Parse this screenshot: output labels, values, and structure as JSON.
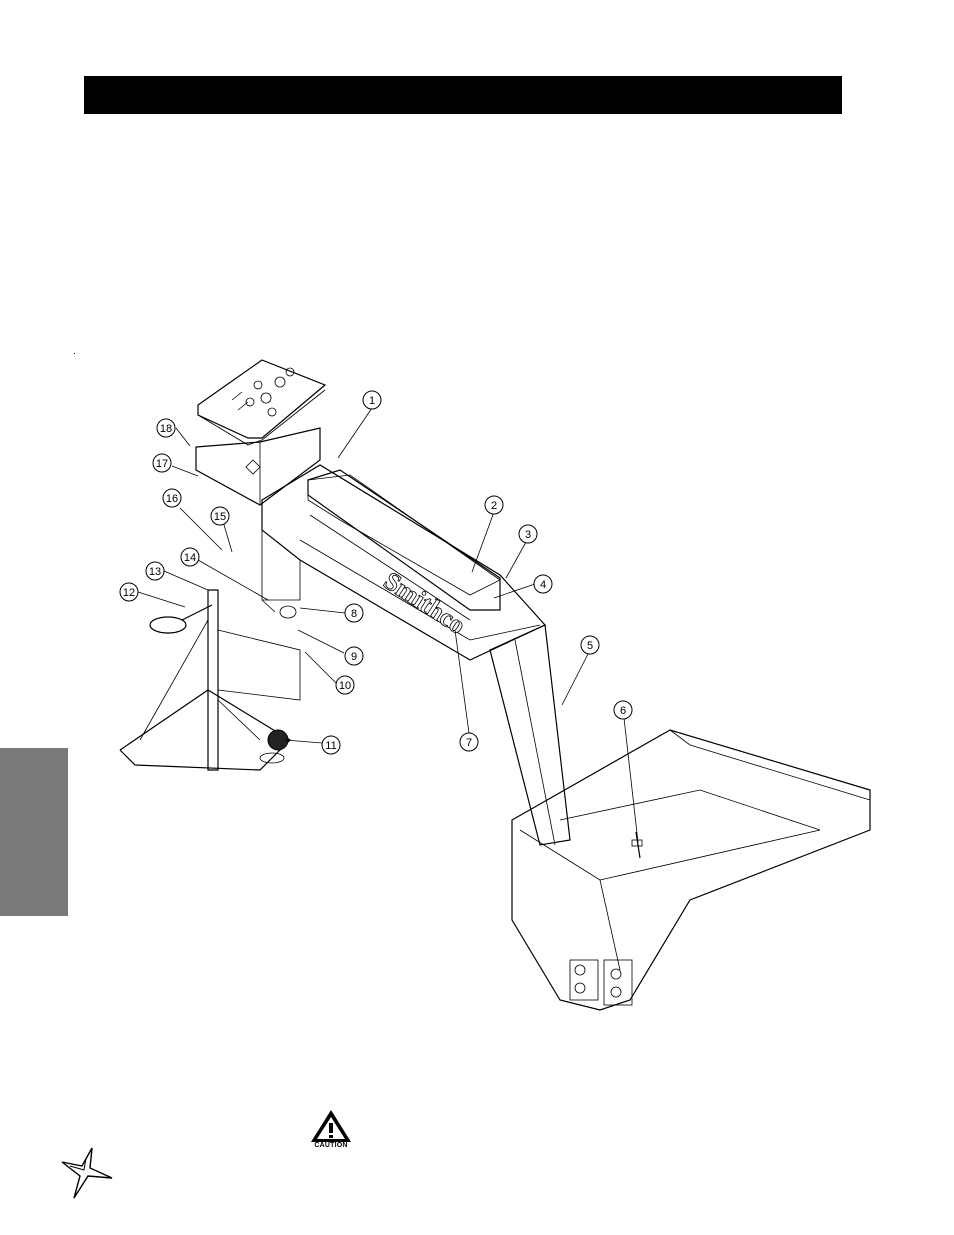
{
  "page": {
    "header_bar_color": "#000000",
    "side_tab_color": "#7a7a7a"
  },
  "callouts": [
    {
      "num": "1"
    },
    {
      "num": "2"
    },
    {
      "num": "3"
    },
    {
      "num": "4"
    },
    {
      "num": "5"
    },
    {
      "num": "6"
    },
    {
      "num": "7"
    },
    {
      "num": "8"
    },
    {
      "num": "9"
    },
    {
      "num": "10"
    },
    {
      "num": "11"
    },
    {
      "num": "12"
    },
    {
      "num": "13"
    },
    {
      "num": "14"
    },
    {
      "num": "15"
    },
    {
      "num": "16"
    },
    {
      "num": "17"
    },
    {
      "num": "18"
    }
  ],
  "frame_brand_text": "Smithco",
  "caution_label": "CAUTION",
  "icons": {
    "caution": "caution-triangle-icon",
    "logo": "brand-star-logo-icon"
  }
}
